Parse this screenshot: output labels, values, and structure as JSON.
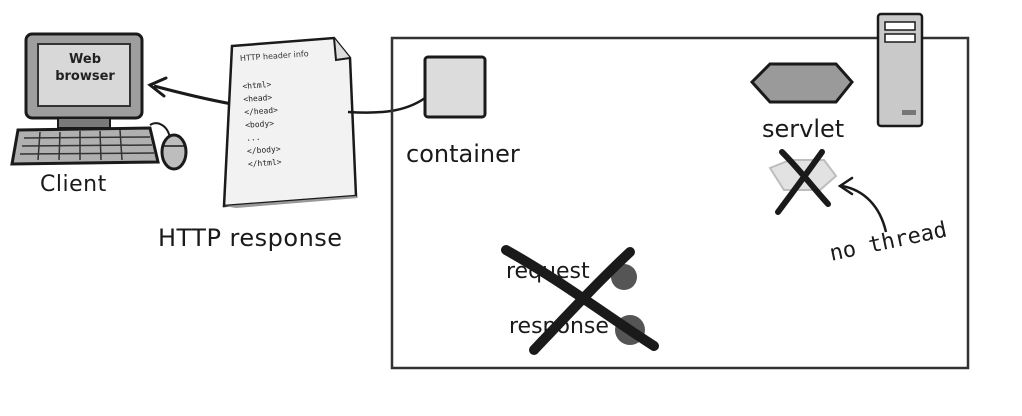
{
  "labels": {
    "client": "Client",
    "web_browser": "Web browser",
    "http_response": "HTTP response",
    "http_header_info": "HTTP header info",
    "container": "container",
    "servlet": "servlet",
    "request": "request",
    "response": "response",
    "no_thread": "no thread"
  },
  "html_snippet": [
    "<html>",
    "<head>",
    "</head>",
    "<body>",
    "...",
    "</body>",
    "</html>"
  ],
  "icons": {
    "client_computer": "computer-icon",
    "document": "document-icon",
    "container_box": "container-box-icon",
    "servlet_shape": "servlet-hexagon-icon",
    "server": "server-tower-icon",
    "cross_thread": "cross-icon",
    "cross_request": "cross-icon"
  },
  "colors": {
    "ink": "#1a1a1a",
    "gray_fill": "#bdbdbd",
    "light_fill": "#e6e6e6",
    "dark_dot": "#555555"
  }
}
